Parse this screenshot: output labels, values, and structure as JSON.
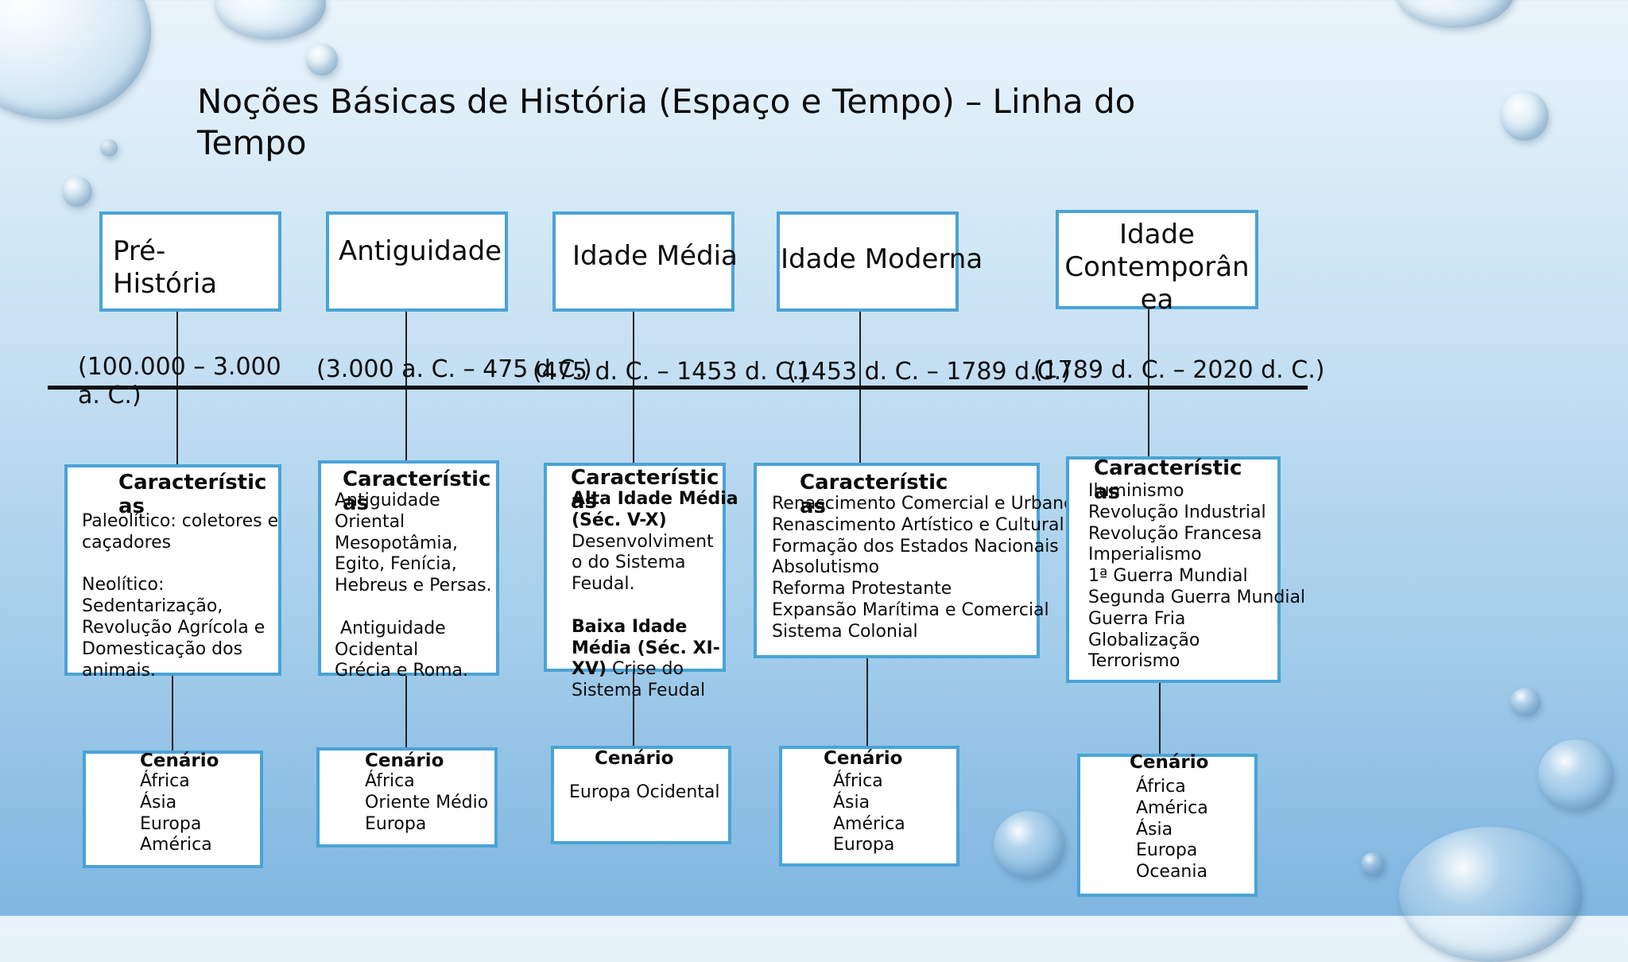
{
  "title": "Noções Básicas de História (Espaço e Tempo) – Linha do Tempo",
  "accent_color": "#4aa3d6",
  "eras": [
    {
      "name": "Pré-\nHistória",
      "date": "(100.000 – 3.000\na. C.)"
    },
    {
      "name": "Antiguidade",
      "date": "(3.000 a. C. – 475 d.C.)"
    },
    {
      "name": "Idade Média",
      "date": "(475 d. C. – 1453 d. C.)"
    },
    {
      "name": "Idade Moderna",
      "date": "(1453 d. C. – 1789 d.C.)"
    },
    {
      "name": "Idade\nContemporân\nea",
      "date": "(1789 d. C. – 2020 d. C.)"
    }
  ],
  "characteristics": [
    {
      "title": "Característic\nas",
      "text": "Paleolítico: coletores e\ncaçadores\n\nNeolítico:\nSedentarização,\nRevolução Agrícola e\nDomesticação dos\nanimais."
    },
    {
      "title": "Característic\nas",
      "text": "Antiguidade\nOriental\nMesopotâmia,\nEgito, Fenícia,\nHebreus e Persas.\n\n Antiguidade\nOcidental\nGrécia e Roma."
    },
    {
      "title": "Característic\nas",
      "parts": [
        {
          "bold": true,
          "text": "Alta Idade Média\n(Séc. V-X)"
        },
        {
          "bold": false,
          "text": "\nDesenvolviment\no do Sistema\nFeudal.\n\n"
        },
        {
          "bold": true,
          "text": "Baixa Idade\nMédia (Séc. XI-\nXV)"
        },
        {
          "bold": false,
          "text": " Crise do\nSistema Feudal"
        }
      ]
    },
    {
      "title": "Característic\nas",
      "text": "Renascimento Comercial e Urbano\nRenascimento Artístico e Cultural\nFormação dos Estados Nacionais\nAbsolutismo\nReforma Protestante\nExpansão Marítima e Comercial\nSistema Colonial"
    },
    {
      "title": "Característic\nas",
      "text": "Iluminismo\nRevolução Industrial\nRevolução Francesa\nImperialismo\n1ª Guerra Mundial\nSegunda Guerra Mundial\nGuerra Fria\nGlobalização\nTerrorismo"
    }
  ],
  "scenarios": [
    {
      "title": "Cenário",
      "text": "África\nÁsia\nEuropa\nAmérica"
    },
    {
      "title": "Cenário",
      "text": "África\nOriente Médio\nEuropa"
    },
    {
      "title": "Cenário",
      "text": "Europa Ocidental"
    },
    {
      "title": "Cenário",
      "text": "África\nÁsia\nAmérica\nEuropa"
    },
    {
      "title": "Cenário",
      "text": "África\nAmérica\nÁsia\nEuropa\nOceania"
    }
  ]
}
